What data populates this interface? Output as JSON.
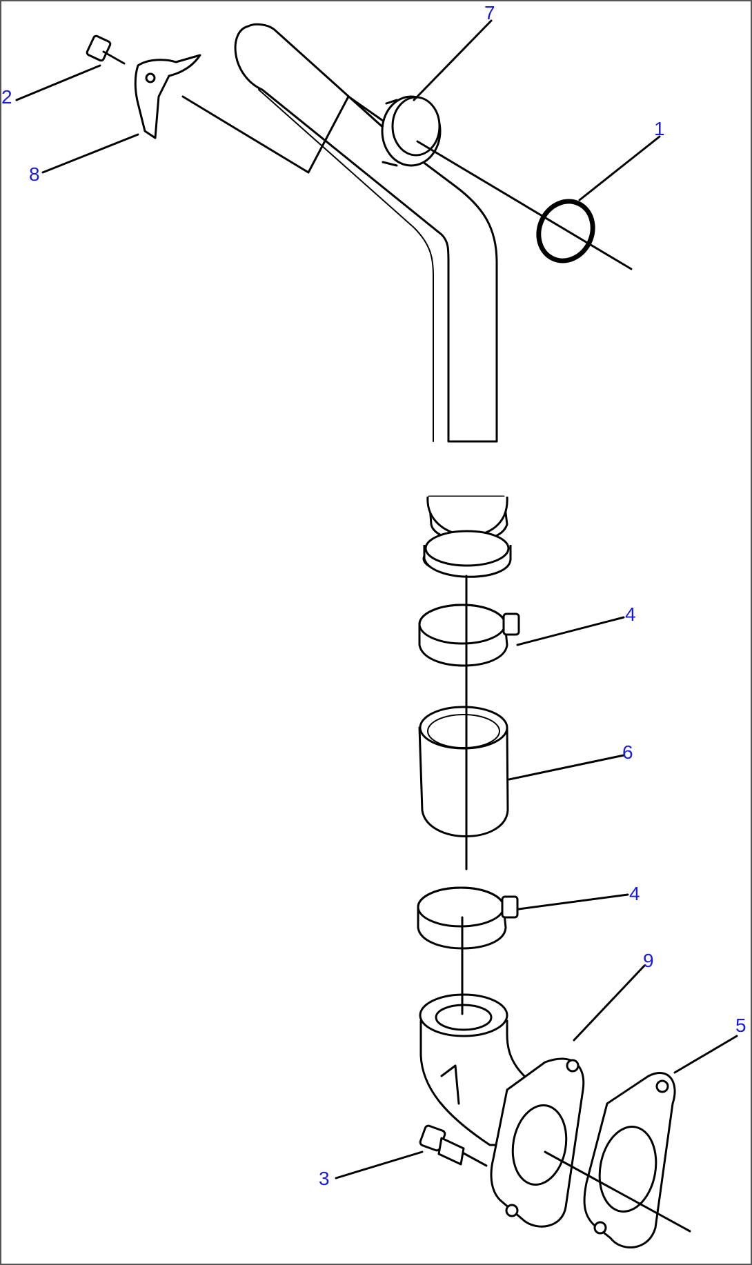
{
  "callouts": {
    "c1": "1",
    "c2": "2",
    "c3": "3",
    "c4a": "4",
    "c4b": "4",
    "c5": "5",
    "c6": "6",
    "c7": "7",
    "c8": "8",
    "c9": "9"
  },
  "colors": {
    "callout_text": "#1a1adc",
    "line": "#000000",
    "background": "#ffffff"
  }
}
